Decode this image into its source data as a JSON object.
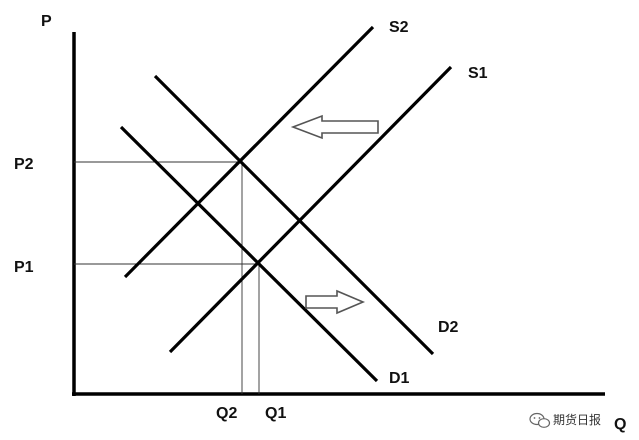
{
  "axes": {
    "y_label": "P",
    "x_label": "Q"
  },
  "curves": {
    "s1_label": "S1",
    "s2_label": "S2",
    "d1_label": "D1",
    "d2_label": "D2"
  },
  "prices": {
    "p1_label": "P1",
    "p2_label": "P2"
  },
  "quantities": {
    "q1_label": "Q1",
    "q2_label": "Q2"
  },
  "watermark": {
    "text": "期货日报",
    "icon": "wechat-icon"
  },
  "shifts": {
    "supply": "left",
    "demand": "right"
  }
}
